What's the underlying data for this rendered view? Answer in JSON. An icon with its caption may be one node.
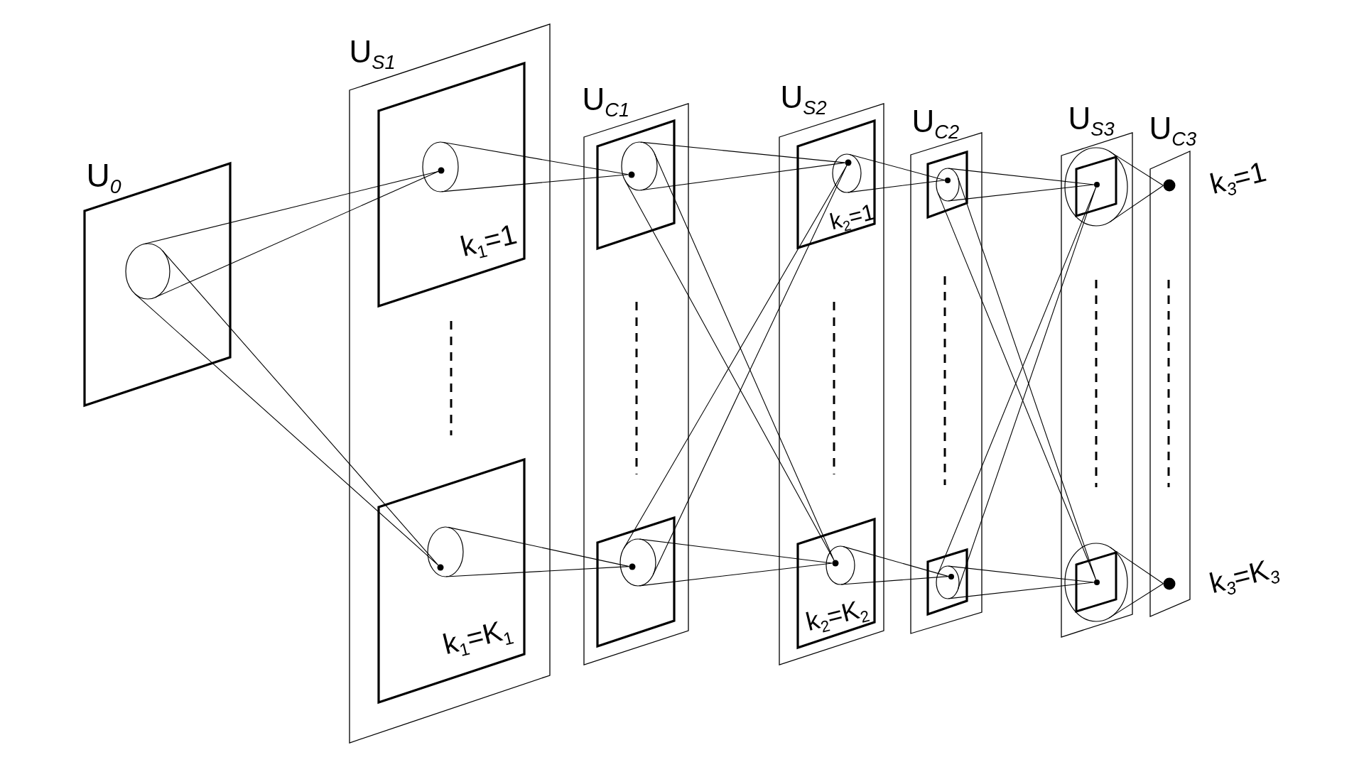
{
  "diagram": {
    "nodes": [
      {
        "text": [
          "U$_{0}$"
        ]
      },
      {
        "text": [],
        "shape": "circle",
        "in": 0
      },
      {
        "text": [
          "U$_{S1}$"
        ]
      },
      {
        "text": [
          "k$_{1}$=1"
        ],
        "in": 2
      },
      {
        "text": [],
        "shape": "circle",
        "in": 3
      },
      {
        "text": [],
        "shape": "dot",
        "in": 4
      },
      {
        "text": [
          "k$_{1}$=K$_{1}$"
        ],
        "in": 2
      },
      {
        "text": [],
        "shape": "circle",
        "in": 6
      },
      {
        "text": [],
        "shape": "dot",
        "in": 7
      },
      {
        "text": [
          "U$_{C1}$"
        ]
      },
      {
        "text": [],
        "shape": "box",
        "in": 9
      },
      {
        "text": [],
        "shape": "circle",
        "in": 10
      },
      {
        "text": [],
        "shape": "dot",
        "in": 11
      },
      {
        "text": [],
        "shape": "box",
        "in": 9
      },
      {
        "text": [],
        "shape": "circle",
        "in": 13
      },
      {
        "text": [],
        "shape": "dot",
        "in": 14
      },
      {
        "text": [
          "U$_{S2}$"
        ]
      },
      {
        "text": [
          "k$_{2}$=1"
        ],
        "in": 16
      },
      {
        "text": [],
        "shape": "circle",
        "in": 17
      },
      {
        "text": [],
        "shape": "dot",
        "in": 18
      },
      {
        "text": [
          "k$_{2}$=K$_{2}$"
        ],
        "in": 16
      },
      {
        "text": [],
        "shape": "circle",
        "in": 20
      },
      {
        "text": [],
        "shape": "dot",
        "in": 21
      },
      {
        "text": [
          "U$_{C2}$"
        ]
      },
      {
        "text": [],
        "shape": "box",
        "in": 23
      },
      {
        "text": [],
        "shape": "circle",
        "in": 24
      },
      {
        "text": [],
        "shape": "dot",
        "in": 25
      },
      {
        "text": [],
        "shape": "box",
        "in": 23
      },
      {
        "text": [],
        "shape": "circle",
        "in": 27
      },
      {
        "text": [],
        "shape": "dot",
        "in": 28
      },
      {
        "text": [
          "U$_{S3}$"
        ]
      },
      {
        "text": [],
        "shape": "circle",
        "in": 30
      },
      {
        "text": [],
        "shape": "box",
        "in": 31
      },
      {
        "text": [],
        "shape": "dot",
        "in": 32
      },
      {
        "text": [],
        "shape": "circle",
        "in": 30
      },
      {
        "text": [],
        "shape": "box",
        "in": 34
      },
      {
        "text": [],
        "shape": "dot",
        "in": 35
      },
      {
        "text": [
          "U$_{C3}$"
        ]
      },
      {
        "text": [],
        "shape": "dot",
        "in": 37,
        "beside": [
          "k$_{3}$=1"
        ]
      },
      {
        "text": [],
        "shape": "dot",
        "in": 37,
        "beside": [
          "k$_{3}$=K$_{3}$"
        ]
      }
    ],
    "edges": [
      {
        "from": 1,
        "to": 5,
        "arrow": "none"
      },
      {
        "from": 1,
        "to": 8,
        "arrow": "none"
      },
      {
        "from": 4,
        "to": 12,
        "arrow": "none"
      },
      {
        "from": 7,
        "to": 15,
        "arrow": "none"
      },
      {
        "from": 11,
        "to": 19,
        "arrow": "none"
      },
      {
        "from": 11,
        "to": 22,
        "arrow": "none"
      },
      {
        "from": 14,
        "to": 19,
        "arrow": "none"
      },
      {
        "from": 14,
        "to": 22,
        "arrow": "none"
      },
      {
        "from": 18,
        "to": 26,
        "arrow": "none"
      },
      {
        "from": 21,
        "to": 29,
        "arrow": "none"
      },
      {
        "from": 25,
        "to": 33,
        "arrow": "none"
      },
      {
        "from": 25,
        "to": 36,
        "arrow": "none"
      },
      {
        "from": 28,
        "to": 33,
        "arrow": "none"
      },
      {
        "from": 28,
        "to": 36,
        "arrow": "none"
      },
      {
        "from": 31,
        "to": 38,
        "arrow": "none"
      },
      {
        "from": 34,
        "to": 39,
        "arrow": "none"
      }
    ]
  }
}
